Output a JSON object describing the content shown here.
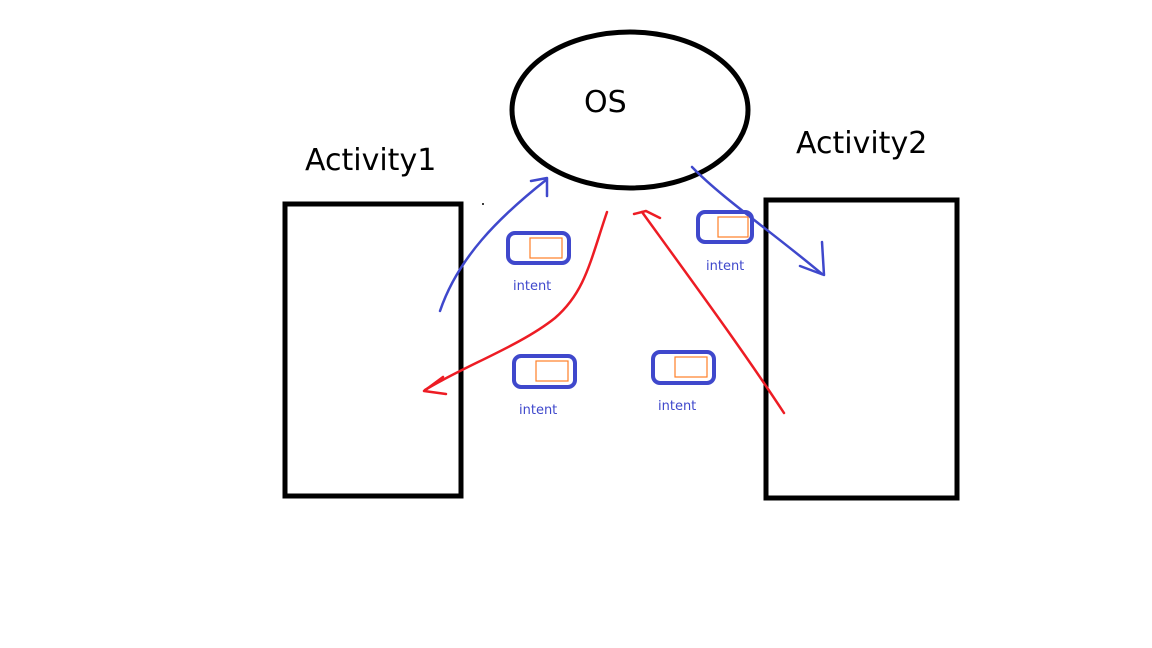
{
  "diagram": {
    "os_label": "OS",
    "activity1_label": "Activity1",
    "activity2_label": "Activity2",
    "intents": [
      {
        "label": "intent"
      },
      {
        "label": "intent"
      },
      {
        "label": "intent"
      },
      {
        "label": "intent"
      }
    ]
  },
  "colors": {
    "outline": "#000000",
    "blue_arrow": "#3f48cc",
    "red_arrow": "#ed1c24",
    "intent_border": "#3f48cc",
    "intent_inner": "#ff7f27",
    "intent_text": "#3f48cc"
  }
}
